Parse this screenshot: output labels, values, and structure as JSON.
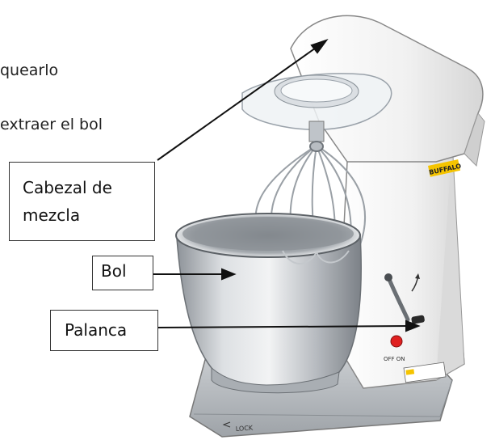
{
  "instructions": {
    "line1_fragment": "quearlo",
    "line2_fragment": "extraer el bol"
  },
  "labels": {
    "head": "Cabezal de mezcla",
    "head_line1": "Cabezal de",
    "head_line2": "mezcla",
    "bowl": "Bol",
    "lever": "Palanca"
  },
  "product": {
    "brand": "BUFFALO",
    "switch_text": "OFF ON",
    "base_text": "LOCK"
  },
  "colors": {
    "body": "#f4f4f4",
    "steel": "#c9ccd0",
    "brand": "#f5c400",
    "button": "#e02020"
  },
  "icons": [
    "arrow-icon"
  ]
}
